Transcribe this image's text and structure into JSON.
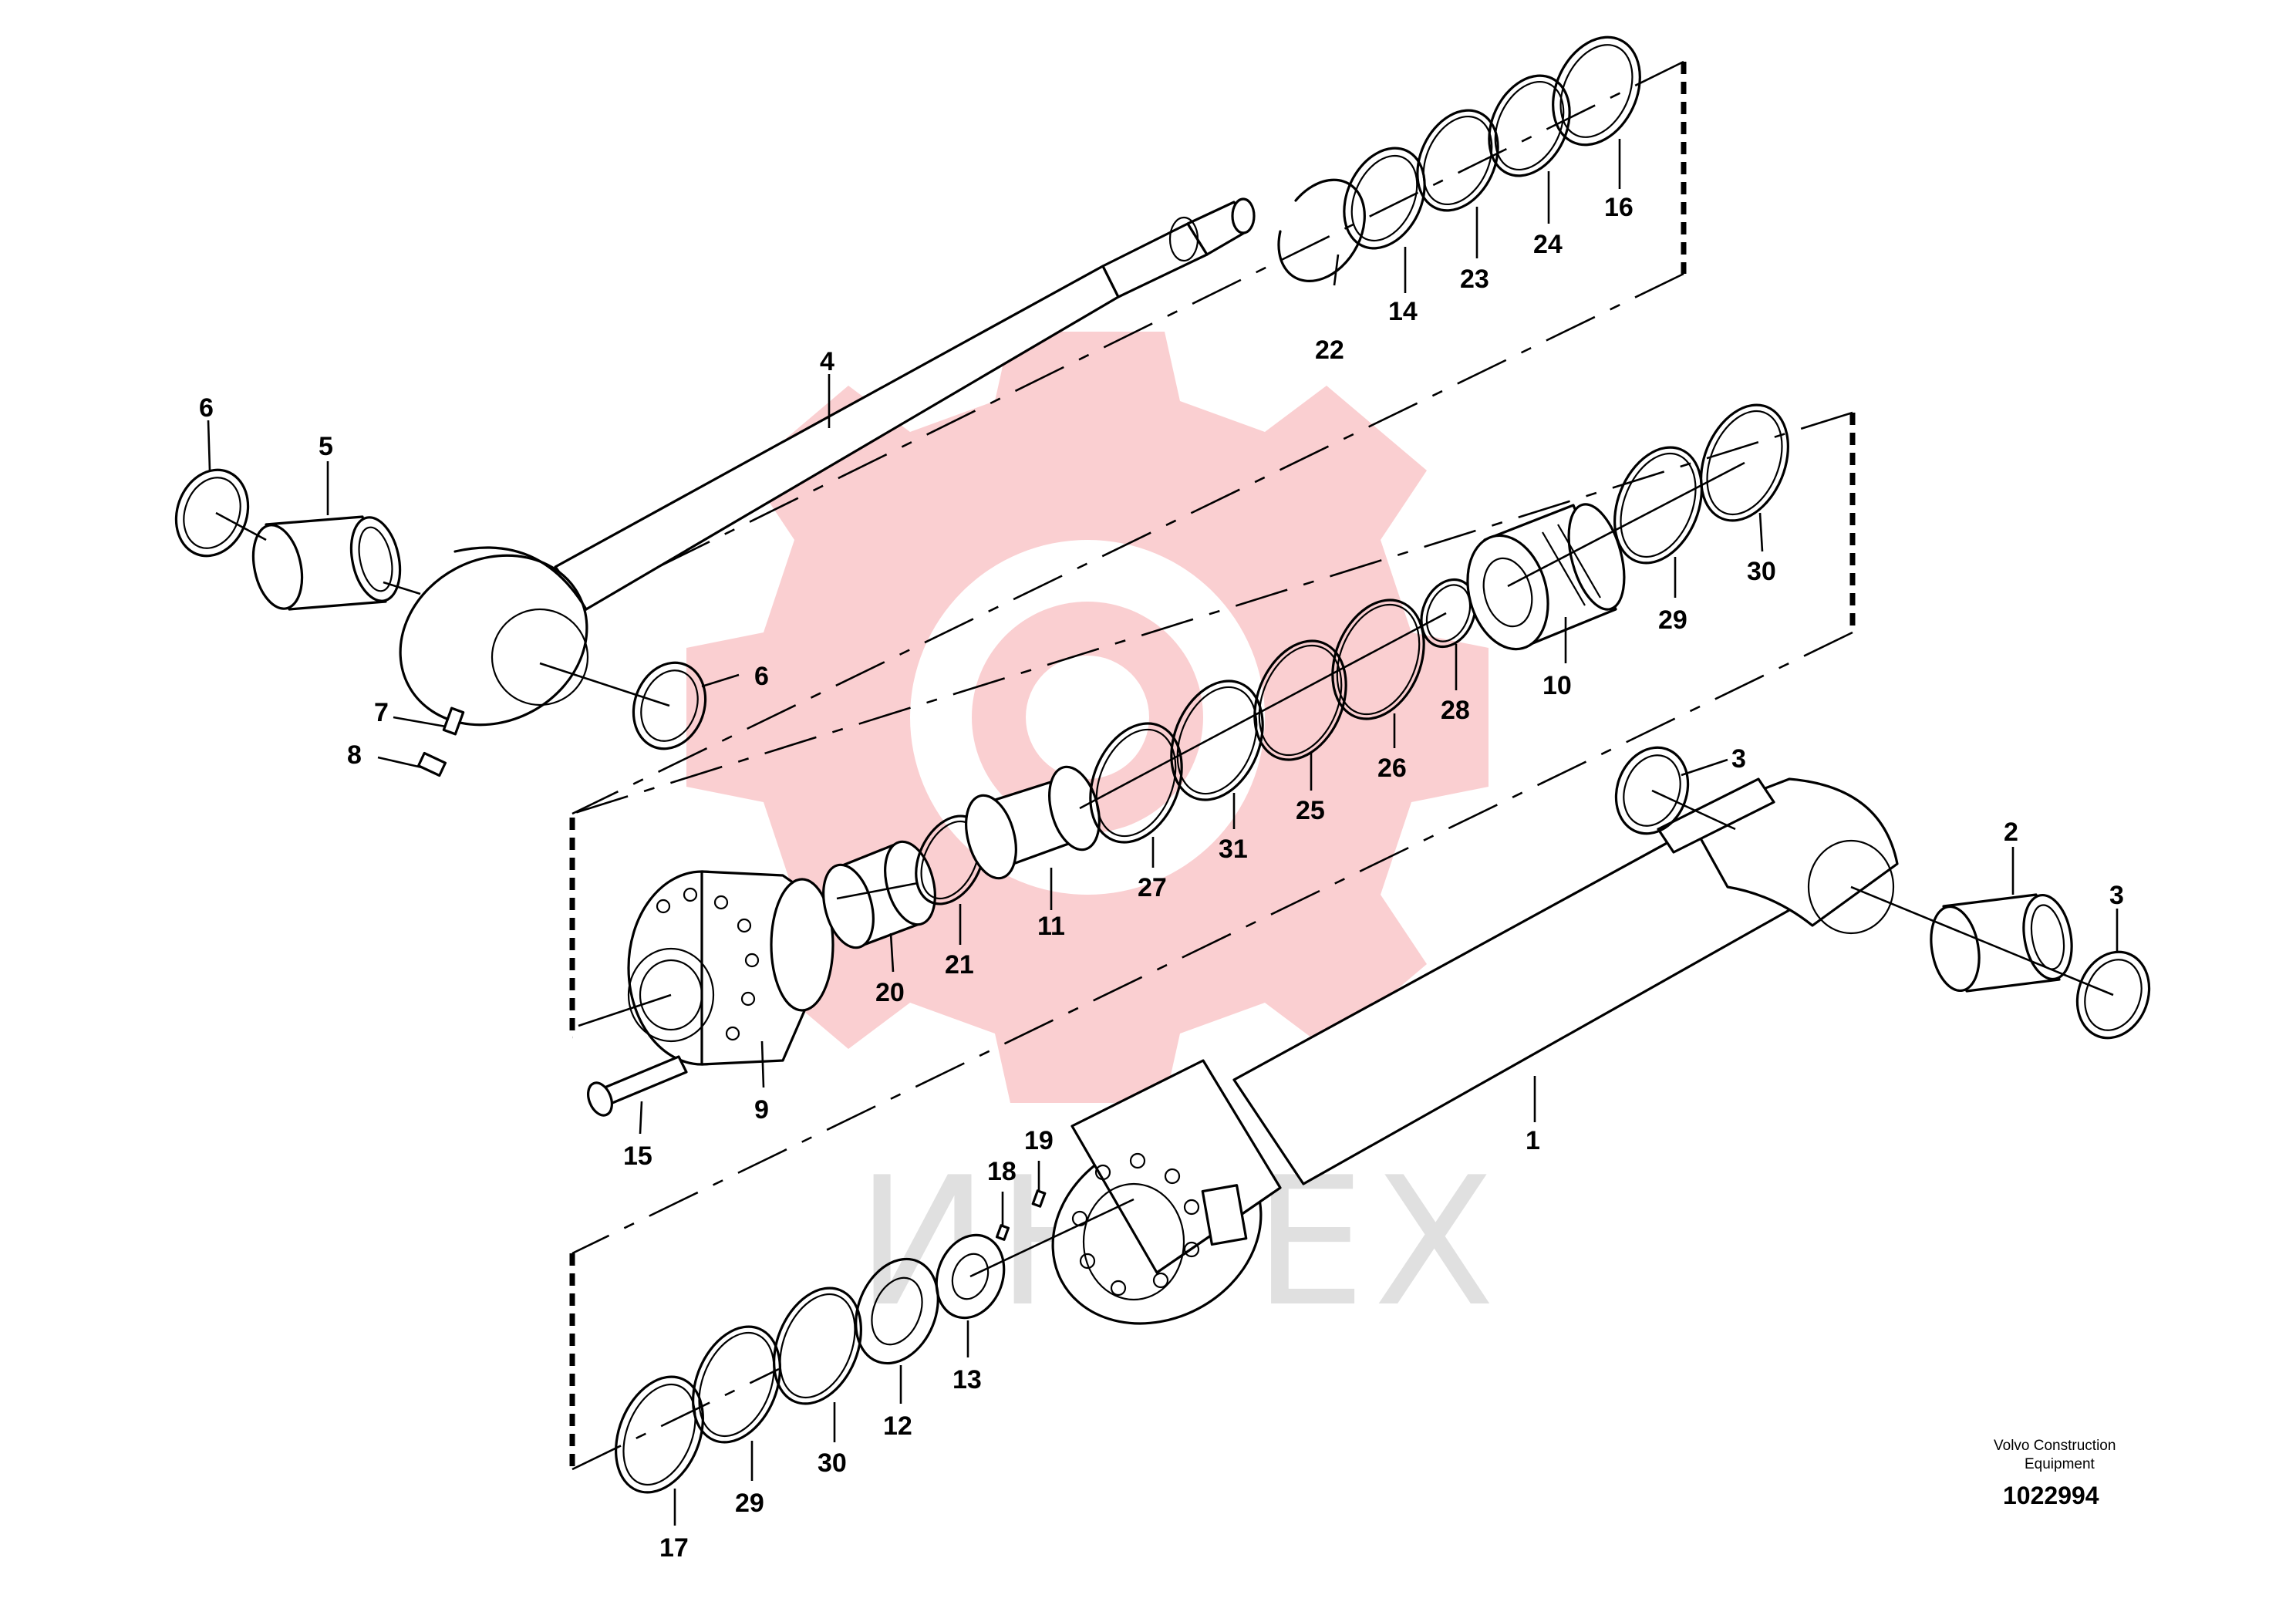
{
  "watermark": {
    "text": "ИНТЕХ",
    "color": "#f6a7ab"
  },
  "callouts": {
    "c1": "1",
    "c2": "2",
    "c3a": "3",
    "c3b": "3",
    "c4": "4",
    "c5": "5",
    "c6a": "6",
    "c6b": "6",
    "c7": "7",
    "c8": "8",
    "c9": "9",
    "c10": "10",
    "c11": "11",
    "c12": "12",
    "c13": "13",
    "c14": "14",
    "c15": "15",
    "c16": "16",
    "c17": "17",
    "c18": "18",
    "c19": "19",
    "c20": "20",
    "c21": "21",
    "c22": "22",
    "c23": "23",
    "c24": "24",
    "c25": "25",
    "c26": "26",
    "c27": "27",
    "c28": "28",
    "c29a": "29",
    "c29b": "29",
    "c30a": "30",
    "c30b": "30",
    "c31": "31"
  },
  "footer": {
    "brand_line1": "Volvo Construction",
    "brand_line2": "Equipment",
    "drawing_number": "1022994"
  }
}
